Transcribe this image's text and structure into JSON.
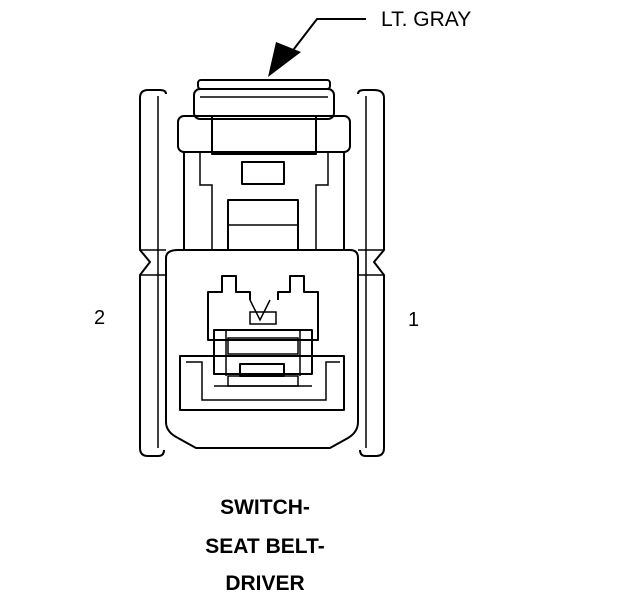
{
  "callout": {
    "color_label": "LT. GRAY"
  },
  "pins": {
    "left_label": "2",
    "right_label": "1"
  },
  "caption": {
    "line1": "SWITCH-",
    "line2": "SEAT BELT-",
    "line3": "DRIVER"
  }
}
